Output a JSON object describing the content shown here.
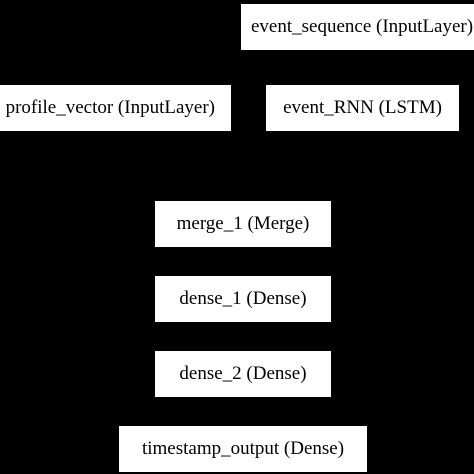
{
  "nodes": {
    "event_sequence": "event_sequence (InputLayer)",
    "profile_vector": "profile_vector (InputLayer)",
    "event_rnn": "event_RNN (LSTM)",
    "merge_1": "merge_1 (Merge)",
    "dense_1": "dense_1 (Dense)",
    "dense_2": "dense_2 (Dense)",
    "timestamp_output": "timestamp_output (Dense)"
  },
  "colors": {
    "background": "#000000",
    "node_fill": "#ffffff",
    "text": "#000000"
  }
}
